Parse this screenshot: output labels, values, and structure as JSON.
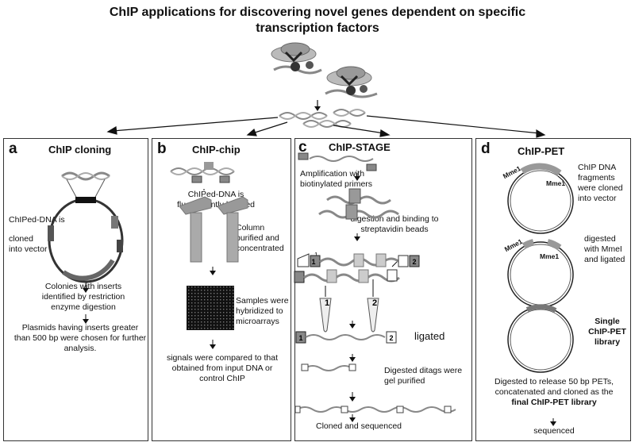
{
  "title_line1": "ChIP applications for discovering novel genes dependent on specific",
  "title_line2": "transcription factors",
  "panels": {
    "a": {
      "letter": "a",
      "title": "ChIP cloning",
      "side_text_1": "ChIPed-DNA is",
      "side_text_2": "cloned into vector",
      "step1": "Colonies with inserts identified by restriction enzyme digestion",
      "step2": "Plasmids having inserts greater than 500 bp were chosen for further analysis."
    },
    "b": {
      "letter": "b",
      "title": "ChIP-chip",
      "step1": "ChIPed-DNA is fluorescently labelled",
      "step2": "Column purified and concentrated",
      "step3": "Samples were hybridized to microarrays",
      "step4": "signals were compared to that obtained from input DNA or control ChIP"
    },
    "c": {
      "letter": "c",
      "title": "ChIP-STAGE",
      "step1": "Amplification with biotinylated primers",
      "step2": "digestion and binding to streptavidin beads",
      "adapter1": "1",
      "adapter2": "2",
      "small1": "1",
      "tube1": "1",
      "tube2": "2",
      "ligated": "ligated",
      "step3": "Digested ditags were gel purified",
      "step4": "Cloned and sequenced"
    },
    "d": {
      "letter": "d",
      "title": "ChIP-PET",
      "mme_big": "Mme1",
      "mme_small": "Mme1",
      "step1": "ChIP DNA fragments were cloned into vector",
      "mme_big2": "Mme1",
      "mme_small2": "Mme1",
      "step2": "digested with MmeI and ligated",
      "library": "Single ChIP-PET library",
      "step3": "Digested to release 50 bp PETs, concatenated and cloned as the",
      "step3_bold": "final ChIP-PET library",
      "step4": "sequenced"
    }
  },
  "colors": {
    "border": "#333333",
    "gray": "#8a8a8a",
    "dark": "#222222",
    "light": "#c8c8c8"
  }
}
